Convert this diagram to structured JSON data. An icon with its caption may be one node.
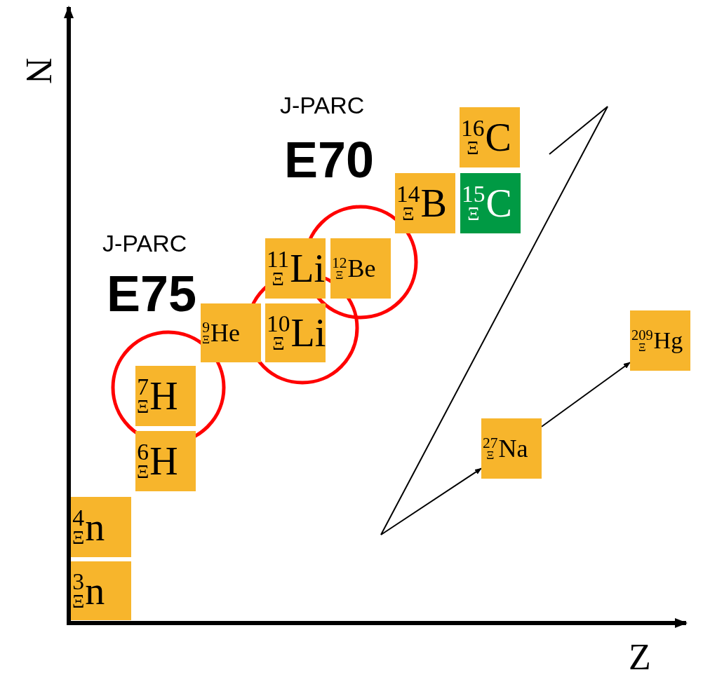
{
  "diagram": {
    "nodes": [
      {
        "text": [
          "$^{16}$$_{Ξ}$C"
        ]
      },
      {
        "text": [
          "$^{14}$$_{Ξ}$B"
        ]
      },
      {
        "text": [
          "$^{15}$$_{Ξ}$C"
        ]
      },
      {
        "text": [
          "$^{11}$$_{Ξ}$Li"
        ]
      },
      {
        "text": [
          "$^{12}$$_{Ξ}$Be"
        ]
      },
      {
        "text": [
          "$^{9}$$_{Ξ}$He"
        ]
      },
      {
        "text": [
          "$^{10}$$_{Ξ}$Li"
        ]
      },
      {
        "text": [
          "$^{209}$$_{Ξ}$Hg"
        ]
      },
      {
        "text": [
          "$^{7}$$_{Ξ}$H"
        ]
      },
      {
        "text": [
          "$^{27}$$_{Ξ}$Na"
        ]
      },
      {
        "text": [
          "$^{6}$$_{Ξ}$H"
        ]
      },
      {
        "text": [
          "$^{4}$$_{Ξ}$n"
        ]
      },
      {
        "text": [
          "$^{3}$$_{Ξ}$n"
        ]
      }
    ],
    "edges": [
      {
        "from": null,
        "to": 9,
        "arrow": "to"
      },
      {
        "from": 9,
        "to": 7,
        "arrow": "to"
      }
    ],
    "labels": [
      "N",
      "J-PARC",
      "E70",
      "J-PARC",
      "E75",
      "Z"
    ]
  }
}
